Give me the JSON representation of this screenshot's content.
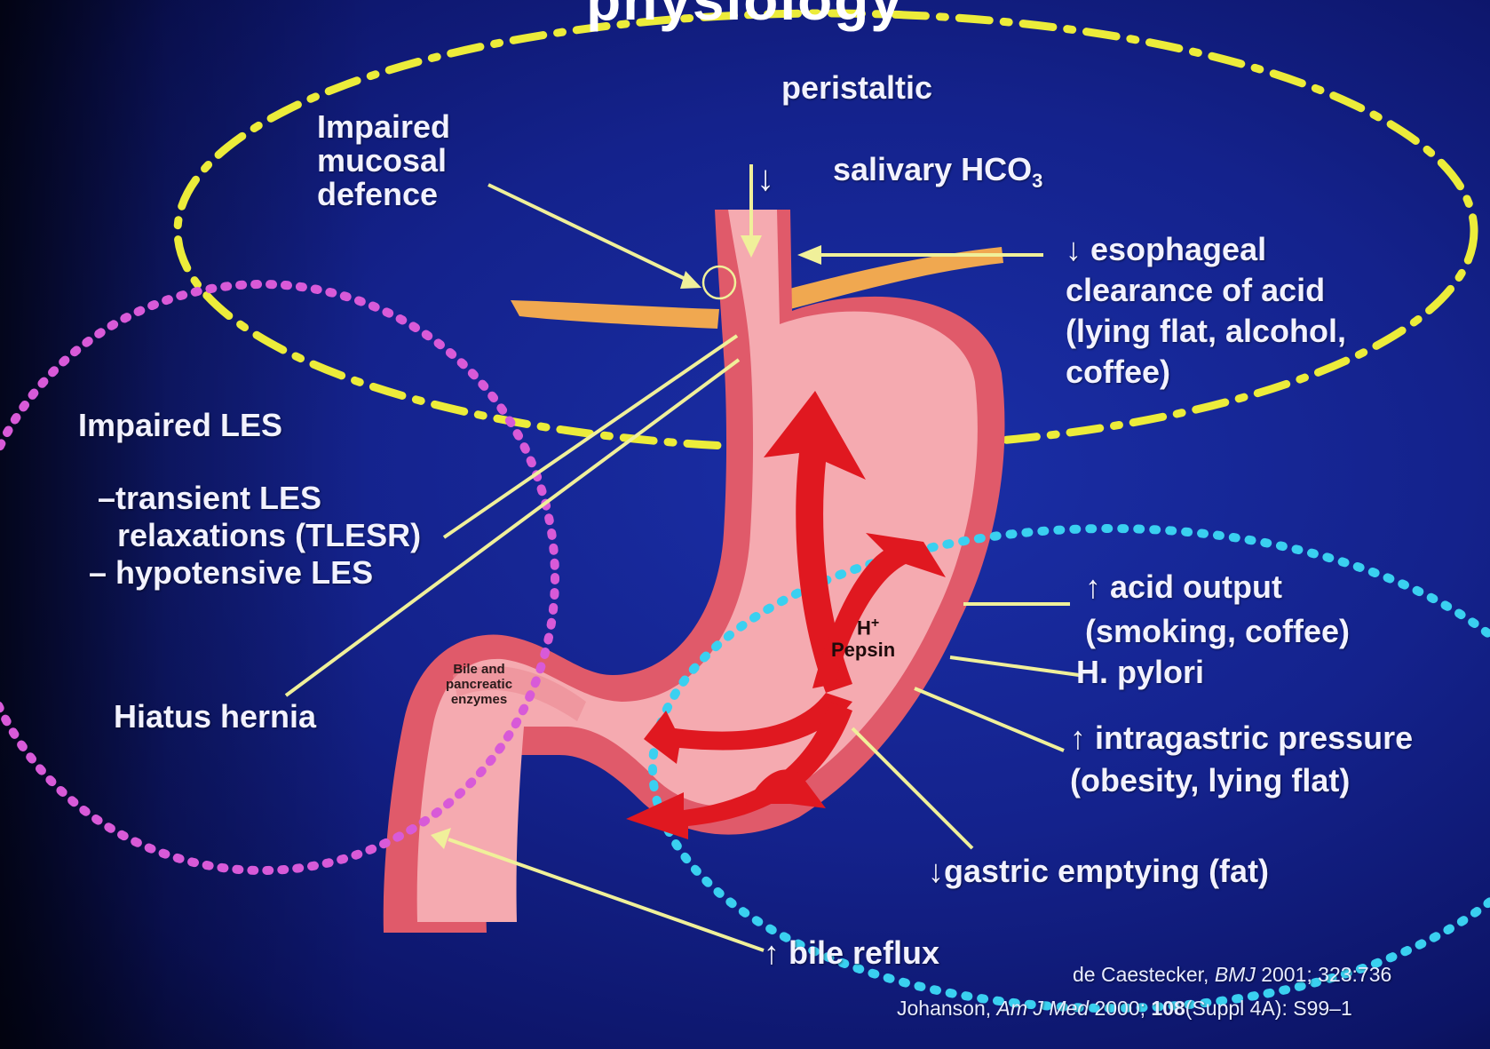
{
  "slide": {
    "title_fragment": "physiology"
  },
  "labels": {
    "peristaltic": "peristaltic",
    "salivary_prefix": "salivary HCO",
    "salivary_sub": "3",
    "mucosal_defence": [
      "Impaired",
      "mucosal",
      "defence"
    ],
    "esophageal_clearance": [
      "esophageal",
      "clearance of acid",
      "(lying flat, alcohol,",
      "coffee)"
    ],
    "impaired_les": "Impaired LES",
    "les_items": [
      "–transient LES",
      "relaxations (TLESR)",
      "– hypotensive LES"
    ],
    "hiatus_hernia": "Hiatus hernia",
    "acid_output": "acid output",
    "acid_output_causes": "(smoking, coffee)",
    "h_pylori": "H. pylori",
    "intragastric_pressure": "intragastric pressure",
    "intragastric_causes": "(obesity, lying flat)",
    "gastric_emptying": "gastric emptying (fat)",
    "bile_reflux": "bile reflux",
    "stomach_h": "H",
    "stomach_h_sup": "+",
    "stomach_pepsin": "Pepsin",
    "duodenum_text": [
      "Bile and",
      "pancreatic",
      "enzymes"
    ]
  },
  "indicators": {
    "down": "↓",
    "up": "↑"
  },
  "references": {
    "ref1_author": "de Caestecker, ",
    "ref1_journal": "BMJ",
    "ref1_rest": " 2001; 323:736",
    "ref2_author": "Johanson, ",
    "ref2_journal": "Am J Med",
    "ref2_rest": " 2000; ",
    "ref2_vol": "108",
    "ref2_tail": "(Suppl 4A): S99–1"
  },
  "colors": {
    "yellow_ellipse": "#ecec3a",
    "magenta_circle": "#d85ad8",
    "cyan_ellipse": "#3ad0f0",
    "stomach_outer": "#e05a6a",
    "stomach_inner": "#f5aab0",
    "flow_arrows": "#e01820",
    "pointer_lines": "#f0f09a"
  }
}
